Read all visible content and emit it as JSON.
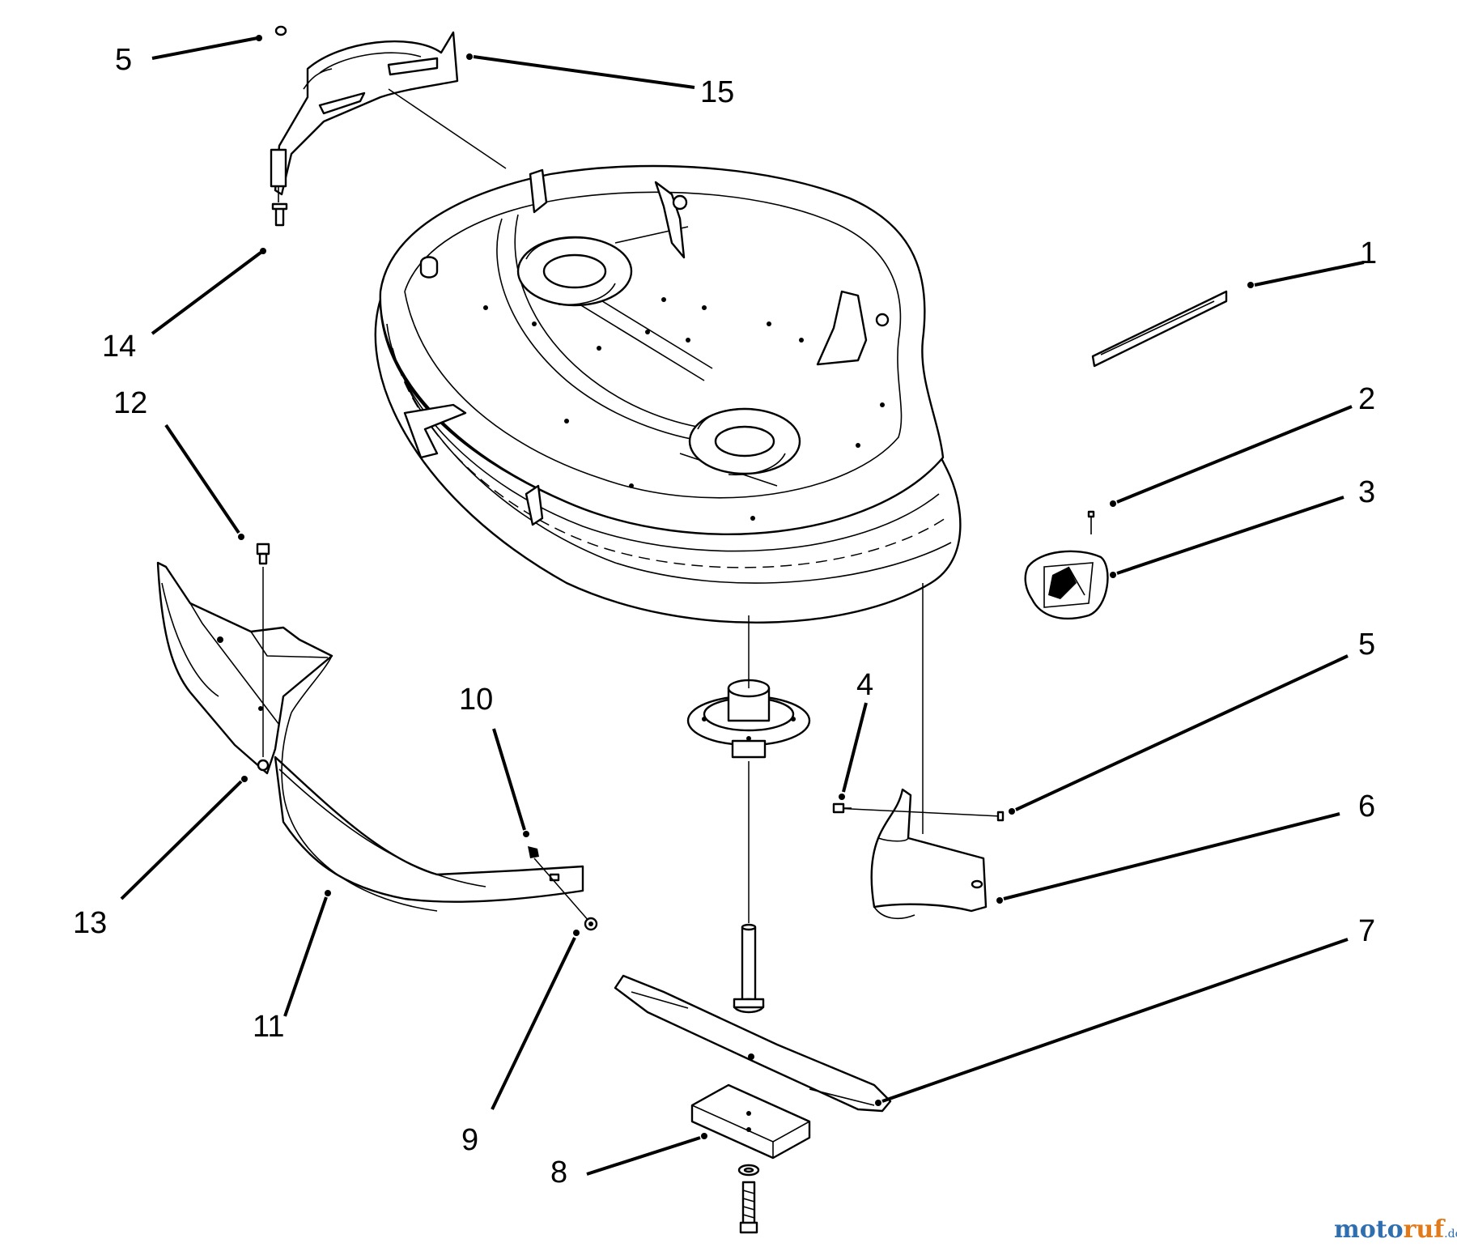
{
  "diagram": {
    "callouts": [
      {
        "id": "c1",
        "label": "1"
      },
      {
        "id": "c2",
        "label": "2"
      },
      {
        "id": "c3",
        "label": "3"
      },
      {
        "id": "c4",
        "label": "4"
      },
      {
        "id": "c5a",
        "label": "5"
      },
      {
        "id": "c5b",
        "label": "5"
      },
      {
        "id": "c6",
        "label": "6"
      },
      {
        "id": "c7",
        "label": "7"
      },
      {
        "id": "c8",
        "label": "8"
      },
      {
        "id": "c9",
        "label": "9"
      },
      {
        "id": "c10",
        "label": "10"
      },
      {
        "id": "c11",
        "label": "11"
      },
      {
        "id": "c12",
        "label": "12"
      },
      {
        "id": "c13",
        "label": "13"
      },
      {
        "id": "c14",
        "label": "14"
      },
      {
        "id": "c15",
        "label": "15"
      }
    ]
  },
  "watermark": {
    "part_a": "moto",
    "part_b": "ruf",
    "suffix": ".de"
  }
}
